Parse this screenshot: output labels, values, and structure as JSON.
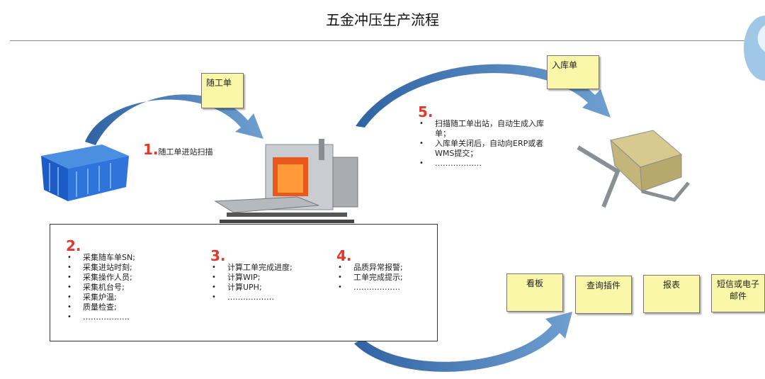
{
  "title": "五金冲压生产流程",
  "colors": {
    "arrow": "#3f78b4",
    "note": "#fbf7a8",
    "step_number": "#e0392b"
  },
  "notes": {
    "work_order": "随工单",
    "warehouse_in": "入库单"
  },
  "step1": {
    "number": "1.",
    "text": "随工单进站扫描"
  },
  "step5": {
    "number": "5.",
    "items": [
      "扫描随工单出站，自动生成入库单；",
      "入库单关闭后，自动向ERP或者WMS提交；",
      "………………"
    ]
  },
  "step2": {
    "number": "2.",
    "items": [
      "采集随车单SN;",
      "采集进站时刻;",
      "采集操作人员;",
      "采集机台号;",
      "采集炉温;",
      "质量检查;",
      "………………"
    ]
  },
  "step3": {
    "number": "3.",
    "items": [
      "计算工单完成进度;",
      "计算WIP;",
      "计算UPH;",
      "………………"
    ]
  },
  "step4": {
    "number": "4.",
    "items": [
      "品质异常报警;",
      "工单完成提示;",
      "………………"
    ]
  },
  "outputs": [
    "看板",
    "查询插件",
    "报表",
    "短信或电子邮件"
  ],
  "icons": [
    "crate-icon",
    "furnace-icon",
    "warehouse-icon",
    "avatar-icon"
  ]
}
